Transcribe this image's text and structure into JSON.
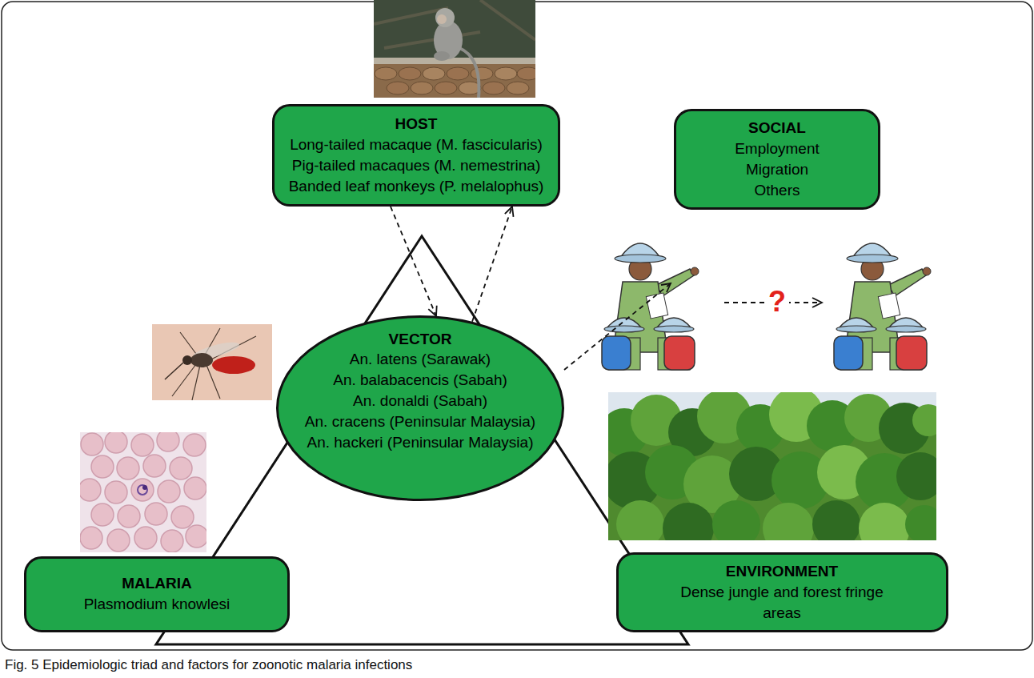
{
  "diagram": {
    "caption": "Fig. 5 Epidemiologic triad and factors for zoonotic malaria infections",
    "nodes": [
      {
        "text": [
          "HOST",
          "Long-tailed macaque (M. fascicularis)",
          "Pig-tailed macaques (M. nemestrina)",
          "Banded leaf monkeys (P. melalophus)"
        ]
      },
      {
        "text": [
          "SOCIAL",
          "Employment",
          "Migration",
          "Others"
        ]
      },
      {
        "text": [
          "VECTOR",
          "An. latens (Sarawak)",
          "An. balabacencis (Sabah)",
          "An. donaldi (Sabah)",
          "An. cracens (Peninsular Malaysia)",
          "An. hackeri (Peninsular Malaysia)"
        ]
      },
      {
        "text": [
          "MALARIA",
          "Plasmodium knowlesi"
        ]
      },
      {
        "text": [
          "ENVIRONMENT",
          "Dense jungle and forest fringe areas"
        ]
      }
    ],
    "edges": [
      {
        "from": 0,
        "to": 2,
        "arrow": "to"
      },
      {
        "from": 2,
        "to": 0,
        "arrow": "to"
      }
    ],
    "labels": [
      "?"
    ]
  }
}
